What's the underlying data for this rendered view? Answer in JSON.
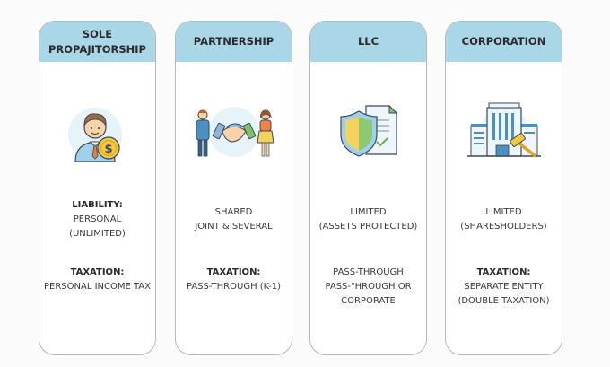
{
  "cards": [
    {
      "title_line1": "SOLE",
      "title_line2": "PROPAJITORSHIP",
      "icon": "businessman-with-coin-icon",
      "liability_label": "LIABILITY:",
      "liability_line1": "PERSONAL",
      "liability_line2": "(UNLIMITED)",
      "taxation_label": "TAXATION:",
      "taxation_line1": "PERSONAL INCOME TAX",
      "taxation_line2": ""
    },
    {
      "title_line1": "PARTNERSHIP",
      "title_line2": "",
      "icon": "handshake-partners-icon",
      "liability_label": "",
      "liability_line1": "SHARED",
      "liability_line2": "JOINT & SEVERAL",
      "taxation_label": "TAXATION:",
      "taxation_line1": "PASS-THROUGH (K-1)",
      "taxation_line2": ""
    },
    {
      "title_line1": "LLC",
      "title_line2": "",
      "icon": "shield-document-icon",
      "liability_label": "",
      "liability_line1": "LIMITED",
      "liability_line2": "(ASSETS PROTECTED)",
      "taxation_label": "PASS-THROUGH",
      "taxation_line1": "PASS-\"HROUGH OR",
      "taxation_line2": "CORPORATE"
    },
    {
      "title_line1": "CORPORATION",
      "title_line2": "",
      "icon": "building-gavel-icon",
      "liability_label": "",
      "liability_line1": "LIMITED",
      "liability_line2": "(SHARESHOLDERS)",
      "taxation_label": "TAXATION:",
      "taxation_line1": "SEPARATE ENTITY",
      "taxation_line2": "(DOUBLE TAXATION)"
    }
  ],
  "colors": {
    "header_bg": "#a9d7e8",
    "card_border": "#b8b8b8",
    "accent_blue": "#4a90c2",
    "coin_yellow": "#f5c842",
    "shield_green": "#8cc970"
  }
}
